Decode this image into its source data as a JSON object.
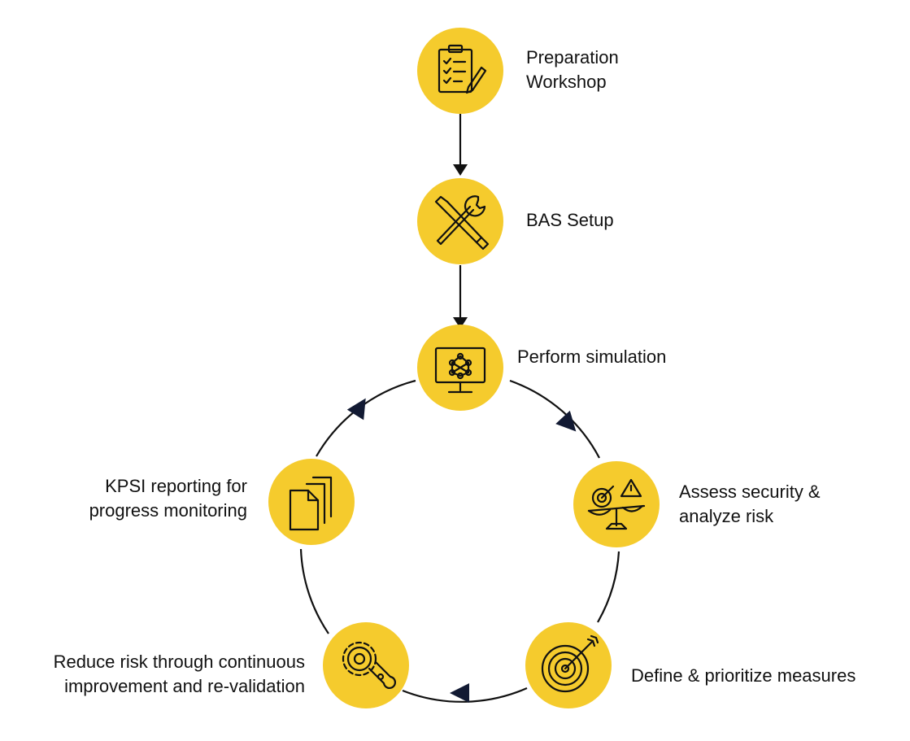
{
  "colors": {
    "node_fill": "#F5CB2D",
    "stroke": "#111111",
    "arrowhead": "#121a33"
  },
  "steps": [
    {
      "id": "preparation",
      "icon": "checklist-icon",
      "label": [
        "Preparation",
        "Workshop"
      ]
    },
    {
      "id": "bas-setup",
      "icon": "tools-icon",
      "label": [
        "BAS Setup"
      ]
    }
  ],
  "cycle": [
    {
      "id": "perform-simulation",
      "icon": "monitor-network-icon",
      "label": [
        "Perform simulation"
      ]
    },
    {
      "id": "assess-security",
      "icon": "target-scale-warning-icon",
      "label": [
        "Assess security &",
        "analyze risk"
      ]
    },
    {
      "id": "define-measures",
      "icon": "target-arrow-icon",
      "label": [
        "Define & prioritize measures"
      ]
    },
    {
      "id": "reduce-risk",
      "icon": "gear-wrench-icon",
      "label": [
        "Reduce risk through continuous",
        "improvement and re-validation"
      ]
    },
    {
      "id": "kpsi-reporting",
      "icon": "documents-icon",
      "label": [
        "KPSI reporting for",
        "progress monitoring"
      ]
    }
  ]
}
